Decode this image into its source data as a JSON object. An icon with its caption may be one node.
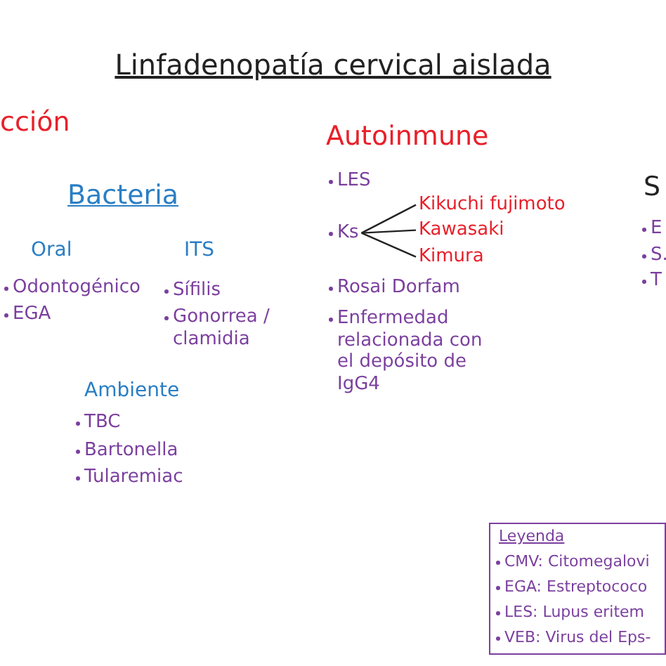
{
  "diagram": {
    "title": "Linfadenopatía cervical aislada",
    "nodes": [
      {
        "text": [
          "Ks"
        ]
      },
      {
        "text": [
          "Kikuchi fujimoto"
        ]
      },
      {
        "text": [
          "Kawasaki"
        ]
      },
      {
        "text": [
          "Kimura"
        ]
      },
      {
        "text": [
          "Leyenda",
          "CMV: Citomegalovi",
          "EGA: Estreptococo",
          "LES: Lupus eritem",
          "VEB: Virus del Eps-"
        ]
      }
    ],
    "edges": [
      {
        "from": 0,
        "to": 1,
        "arrow": "none"
      },
      {
        "from": 0,
        "to": 2,
        "arrow": "none"
      },
      {
        "from": 0,
        "to": 3,
        "arrow": "none"
      }
    ],
    "labels": [
      "cción",
      "Autoinmune",
      "Bacteria",
      "Oral",
      "ITS",
      "Odontogénico",
      "EGA",
      "Sífilis",
      "Gonorrea / clamidia",
      "Ambiente",
      "TBC",
      "Bartonella",
      "Tularemiac",
      "LES",
      "Rosai Dorfam",
      "Enfermedad relacionada con el depósito de IgG4",
      "S",
      "E",
      "S.",
      "T"
    ]
  }
}
